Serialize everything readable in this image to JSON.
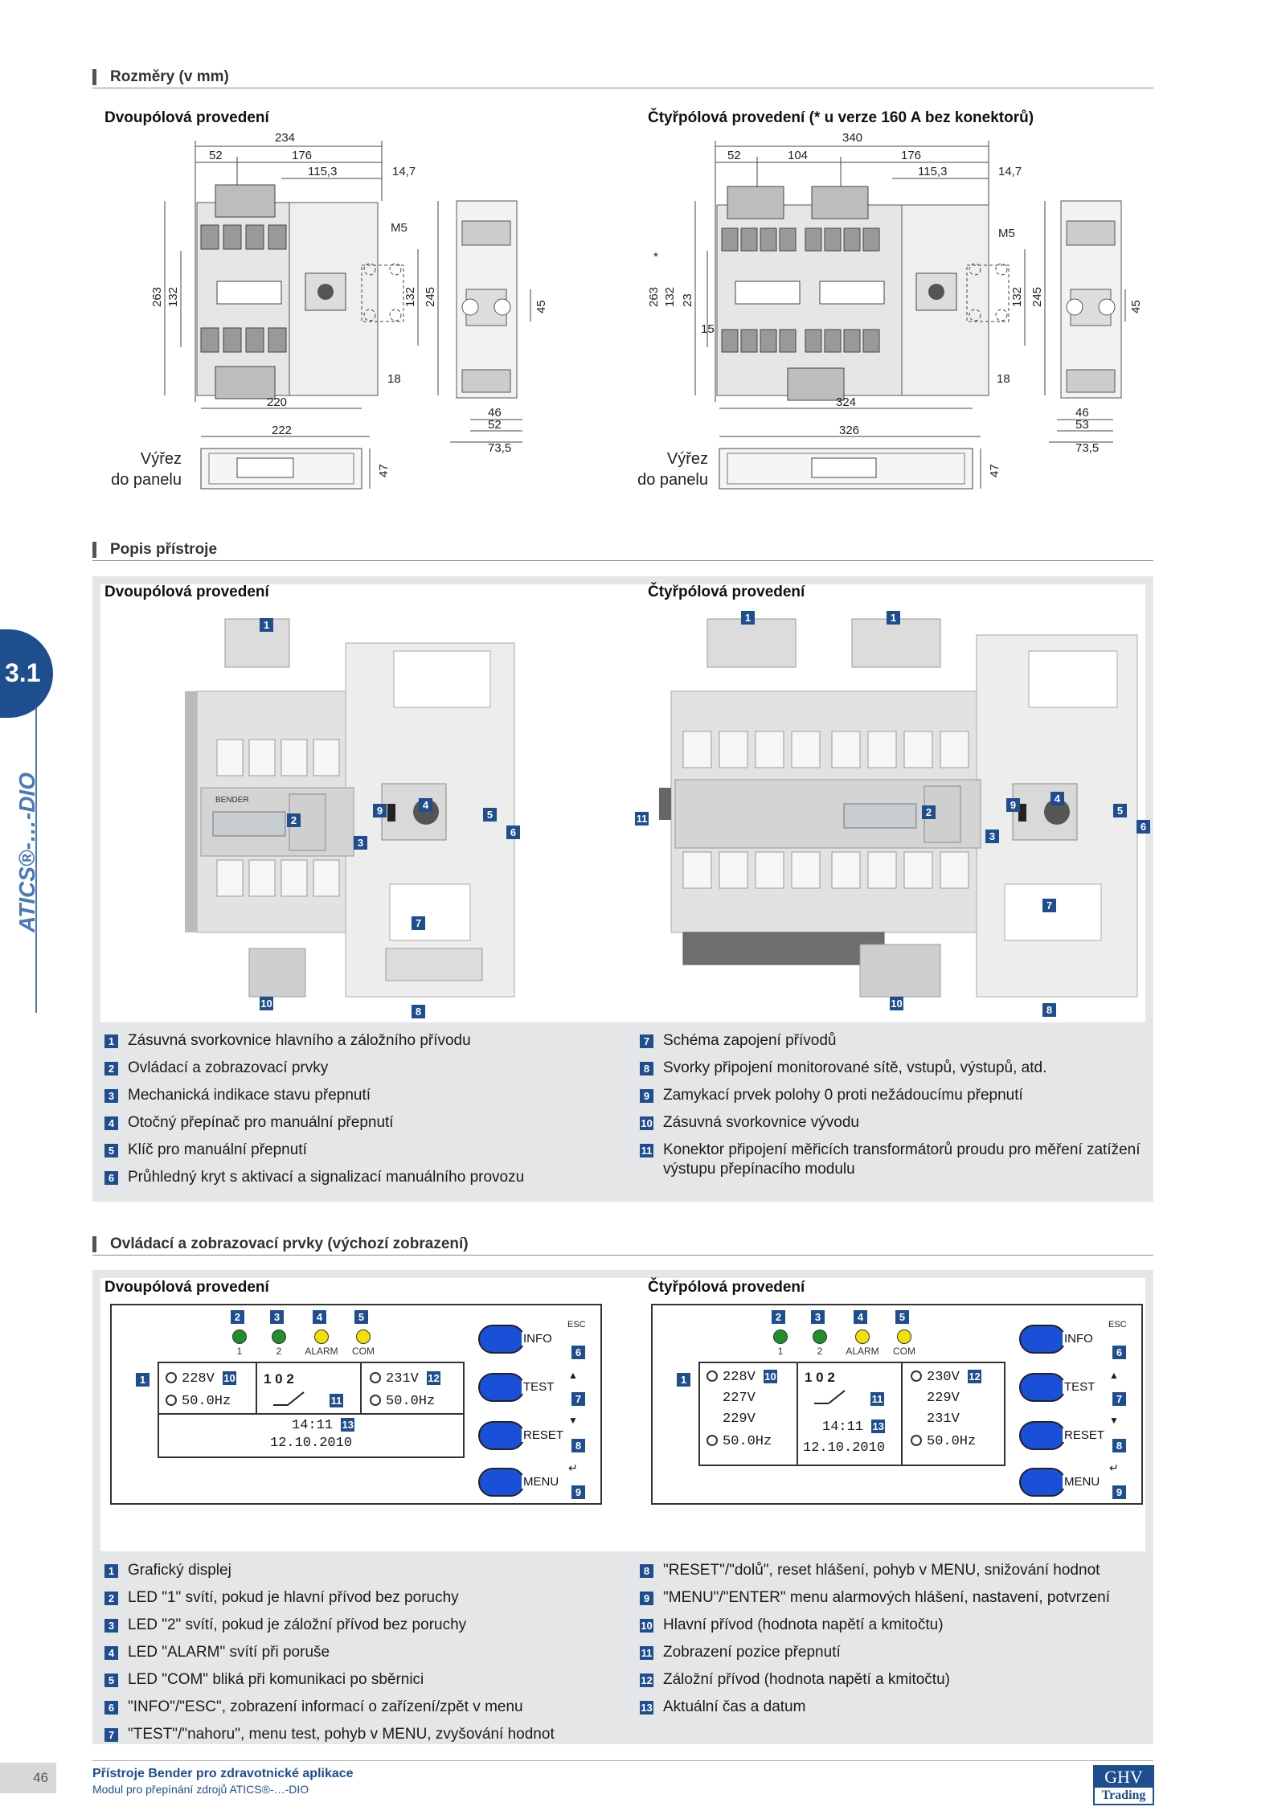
{
  "section1": {
    "title": "Rozměry (v mm)"
  },
  "dims2": {
    "subtitle": "Dvoupólová provedení",
    "d234": "234",
    "d52": "52",
    "d176": "176",
    "d1153": "115,3",
    "d147": "14,7",
    "m5": "M5",
    "d263": "263",
    "d132": "132",
    "d132b": "132",
    "d245": "245",
    "d45": "45",
    "d18": "18",
    "d220": "220",
    "d222": "222",
    "d46": "46",
    "d52b": "52",
    "d735": "73,5",
    "d47": "47"
  },
  "dims4": {
    "subtitle": "Čtyřpólová provedení (* u verze 160 A bez konektorů)",
    "d340": "340",
    "d52": "52",
    "d104": "104",
    "d176": "176",
    "d1153": "115,3",
    "d147": "14,7",
    "m5": "M5",
    "d263": "263",
    "star": "*",
    "d132": "132",
    "d23": "23",
    "d15": "15",
    "d132b": "132",
    "d245": "245",
    "d45": "45",
    "d18": "18",
    "d324": "324",
    "d326": "326",
    "d46": "46",
    "d53": "53",
    "d735": "73,5",
    "d47": "47"
  },
  "cutout": {
    "line1": "Výřez",
    "line2": "do panelu"
  },
  "section2": {
    "title": "Popis přístroje"
  },
  "desc": {
    "sub_left": "Dvoupólová provedení",
    "sub_right": "Čtyřpólová provedení",
    "device_brand": "BENDER",
    "items_left": [
      {
        "n": "1",
        "text": "Zásuvná svorkovnice hlavního a záložního přívodu"
      },
      {
        "n": "2",
        "text": "Ovládací a zobrazovací prvky"
      },
      {
        "n": "3",
        "text": "Mechanická indikace stavu přepnutí"
      },
      {
        "n": "4",
        "text": "Otočný přepínač pro manuální přepnutí"
      },
      {
        "n": "5",
        "text": "Klíč pro manuální přepnutí"
      },
      {
        "n": "6",
        "text": "Průhledný kryt s aktivací a signalizací manuálního provozu"
      }
    ],
    "items_right": [
      {
        "n": "7",
        "text": "Schéma zapojení přívodů"
      },
      {
        "n": "8",
        "text": "Svorky připojení monitorované sítě, vstupů, výstupů, atd."
      },
      {
        "n": "9",
        "text": "Zamykací prvek polohy 0 proti nežádoucímu přepnutí"
      },
      {
        "n": "10",
        "text": "Zásuvná svorkovnice vývodu"
      },
      {
        "n": "11",
        "text": "Konektor připojení měřicích transformátorů proudu pro měření zatížení výstupu přepínacího modulu"
      }
    ]
  },
  "section3": {
    "title": "Ovládací a zobrazovací prvky (výchozí zobrazení)"
  },
  "ctrl": {
    "sub_left": "Dvoupólová provedení",
    "sub_right": "Čtyřpólová provedení",
    "led_labels": [
      "1",
      "2",
      "ALARM",
      "COM"
    ],
    "led_colors": [
      "#1f8f2a",
      "#1f8f2a",
      "#f2e000",
      "#f2e000"
    ],
    "buttons": [
      "INFO",
      "TEST",
      "RESET",
      "MENU"
    ],
    "esc": "ESC",
    "left_lcd": {
      "main_v": "228V",
      "main_f": "50.0Hz",
      "switch": "1    0    2",
      "backup_v": "231V",
      "backup_f": "50.0Hz",
      "time": "14:11",
      "date": "12.10.2010"
    },
    "right_lcd": {
      "main": [
        "228V",
        "227V",
        "229V",
        "50.0Hz"
      ],
      "switch": "1    0    2",
      "backup": [
        "230V",
        "229V",
        "231V",
        "50.0Hz"
      ],
      "time": "14:11",
      "date": "12.10.2010"
    },
    "items_left": [
      {
        "n": "1",
        "text": "Grafický displej"
      },
      {
        "n": "2",
        "text": "LED \"1\" svítí, pokud je hlavní přívod bez poruchy"
      },
      {
        "n": "3",
        "text": "LED \"2\" svítí, pokud je záložní přívod bez poruchy"
      },
      {
        "n": "4",
        "text": "LED \"ALARM\" svítí při poruše"
      },
      {
        "n": "5",
        "text": "LED \"COM\" bliká při komunikaci po sběrnici"
      },
      {
        "n": "6",
        "text": "\"INFO\"/\"ESC\", zobrazení informací o zařízení/zpět v menu"
      },
      {
        "n": "7",
        "text": "\"TEST\"/\"nahoru\", menu test, pohyb v MENU, zvyšování hodnot"
      }
    ],
    "items_right": [
      {
        "n": "8",
        "text": "\"RESET\"/\"dolů\", reset hlášení, pohyb v MENU, snižování hodnot"
      },
      {
        "n": "9",
        "text": "\"MENU\"/\"ENTER\" menu alarmových hlášení, nastavení, potvrzení"
      },
      {
        "n": "10",
        "text": "Hlavní přívod (hodnota napětí a kmitočtu)"
      },
      {
        "n": "11",
        "text": "Zobrazení pozice přepnutí"
      },
      {
        "n": "12",
        "text": "Záložní přívod (hodnota napětí a kmitočtu)"
      },
      {
        "n": "13",
        "text": "Aktuální čas a datum"
      }
    ]
  },
  "side": {
    "tab": "3.1",
    "vertical": "ATICS®-…-DIO"
  },
  "footer": {
    "page": "46",
    "title": "Přístroje Bender pro zdravotnické aplikace",
    "subtitle": "Modul pro přepínání zdrojů ATICS®-…-DIO",
    "logo_top": "GHV",
    "logo_bottom": "Trading"
  }
}
